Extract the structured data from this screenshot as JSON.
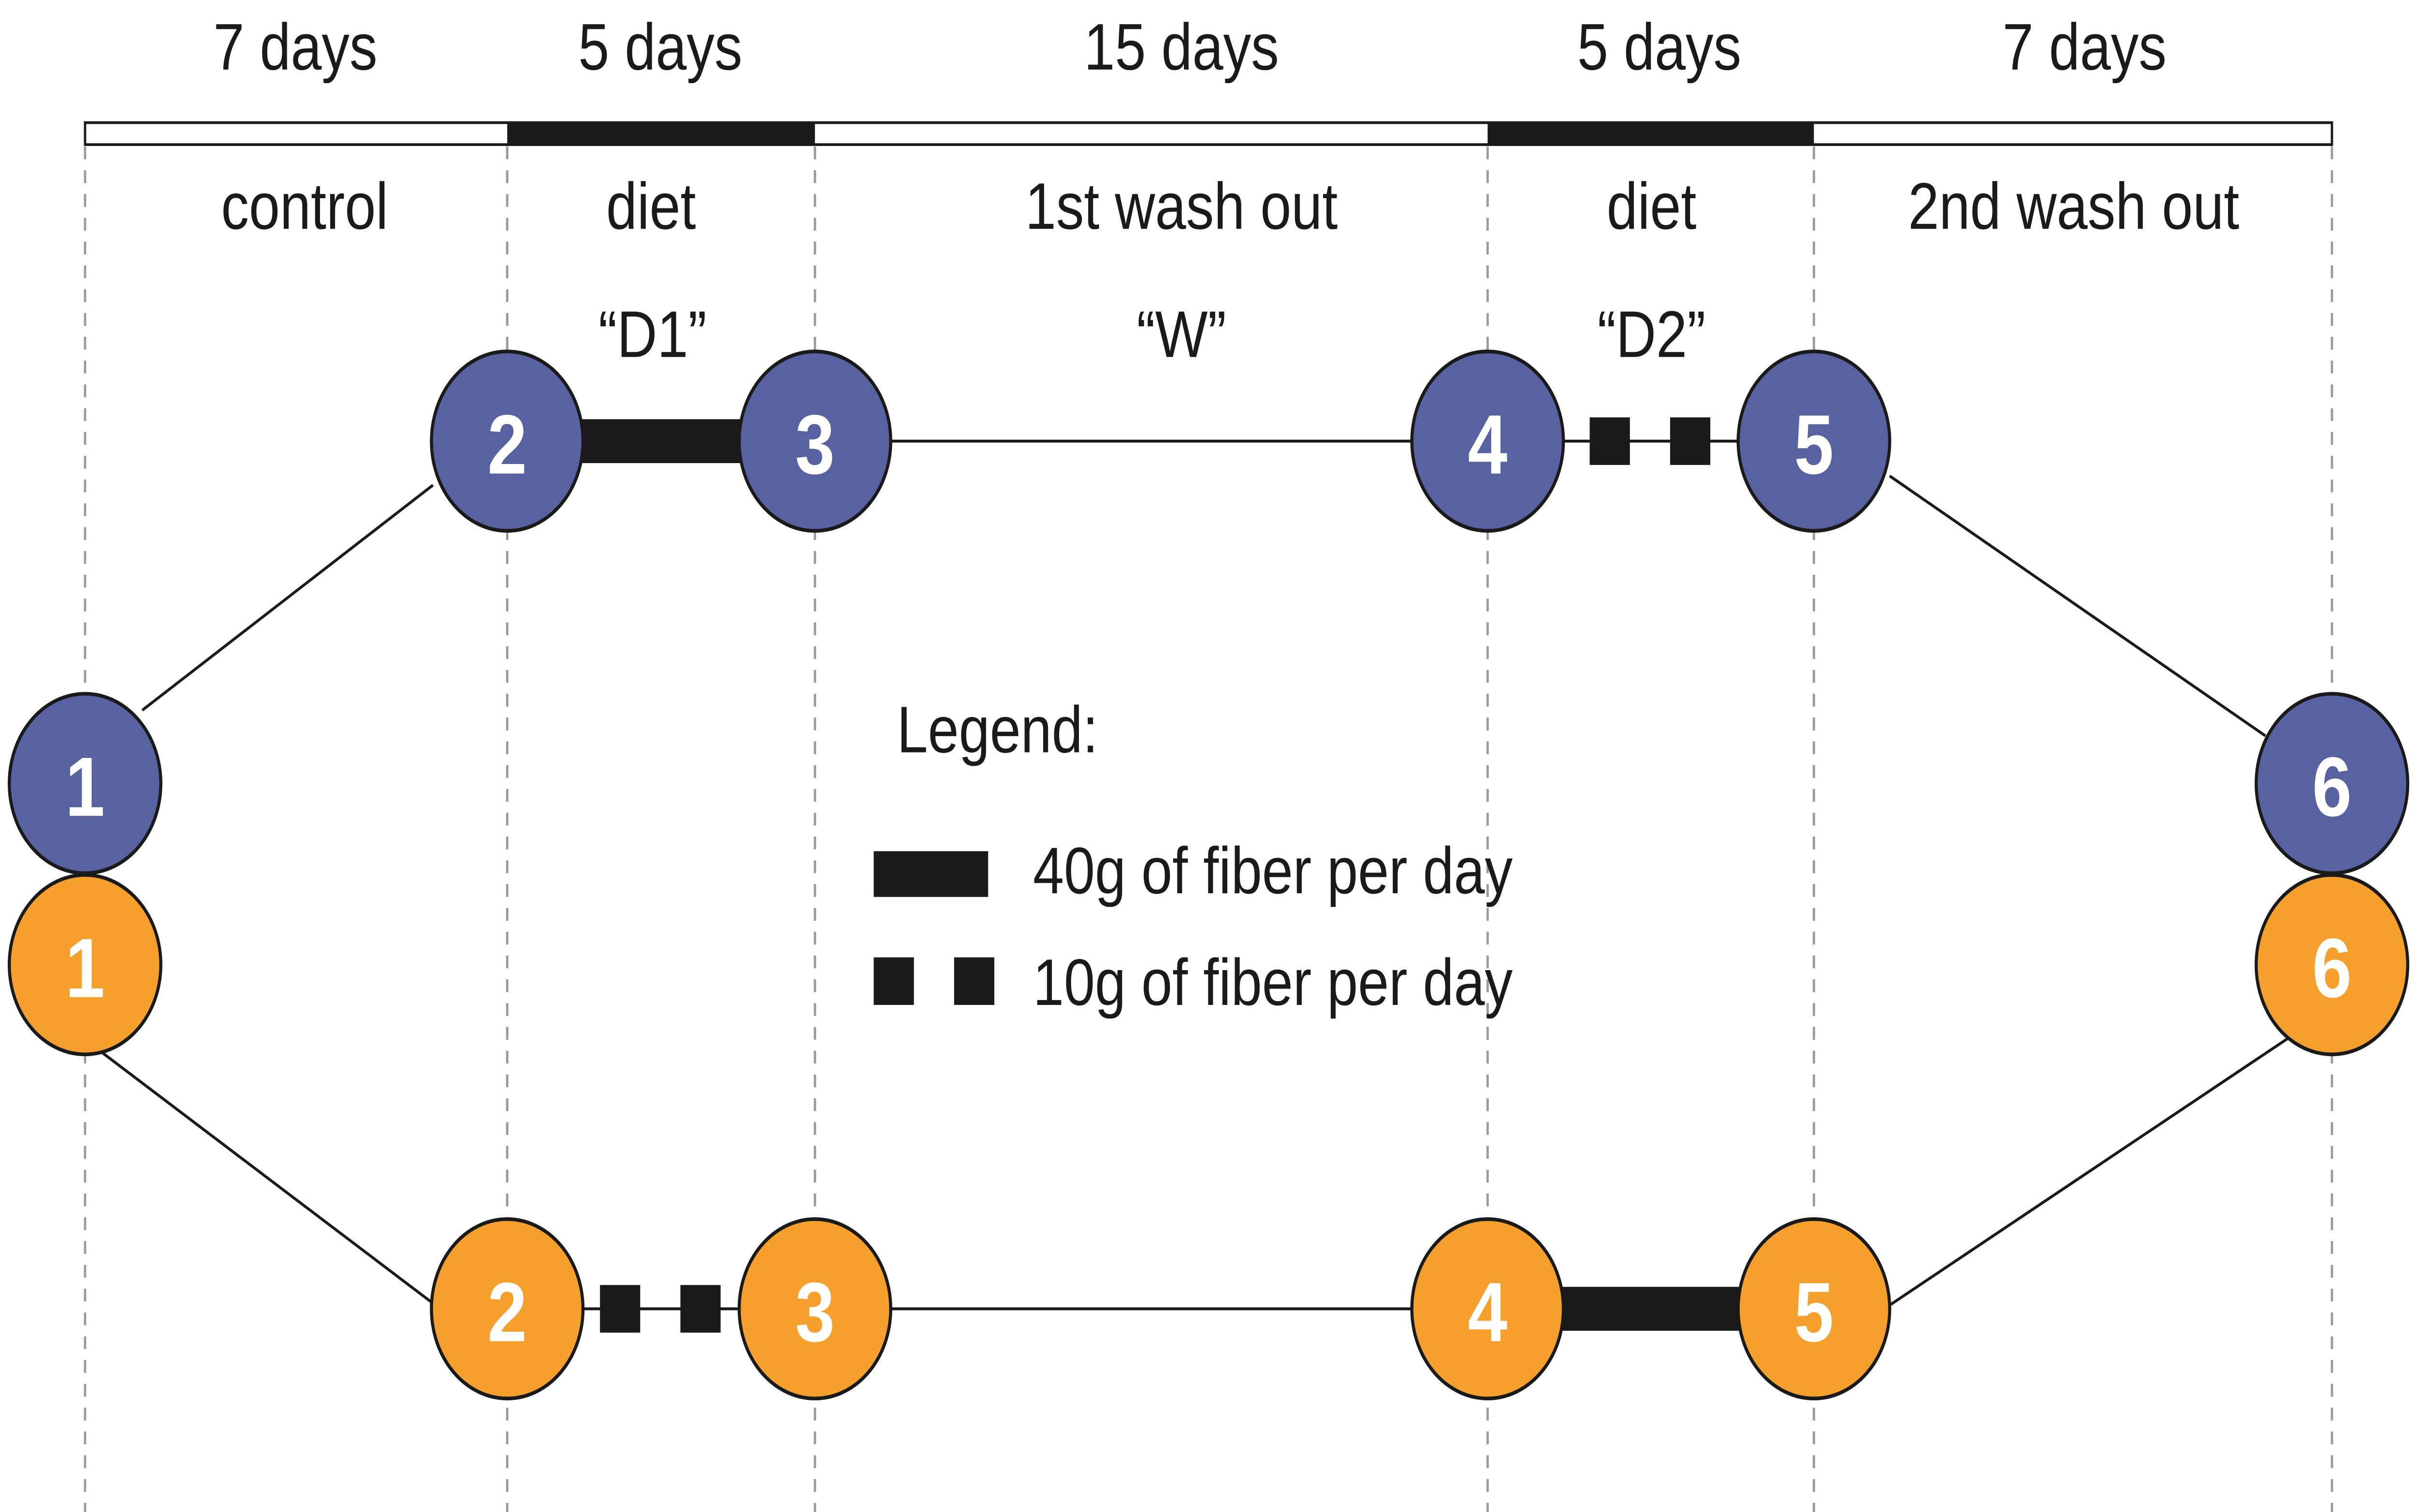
{
  "durations": [
    "7 days",
    "5 days",
    "15 days",
    "5 days",
    "7 days"
  ],
  "phases": [
    "control",
    "diet",
    "1st wash out",
    "diet",
    "2nd wash out"
  ],
  "period_codes": [
    "“D1”",
    "“W”",
    "“D2”"
  ],
  "groups": {
    "blue": {
      "color": "#5862A0",
      "nodes": [
        "1",
        "2",
        "3",
        "4",
        "5",
        "6"
      ],
      "d1_fiber": "40g",
      "d2_fiber": "10g"
    },
    "orange": {
      "color": "#F5A02C",
      "nodes": [
        "1",
        "2",
        "3",
        "4",
        "5",
        "6"
      ],
      "d1_fiber": "10g",
      "d2_fiber": "40g"
    }
  },
  "legend": {
    "title": "Legend:",
    "items": [
      {
        "symbol": "thick-bar",
        "label": "40g of fiber per day"
      },
      {
        "symbol": "dotted-squares",
        "label": "10g of fiber per day"
      }
    ]
  }
}
